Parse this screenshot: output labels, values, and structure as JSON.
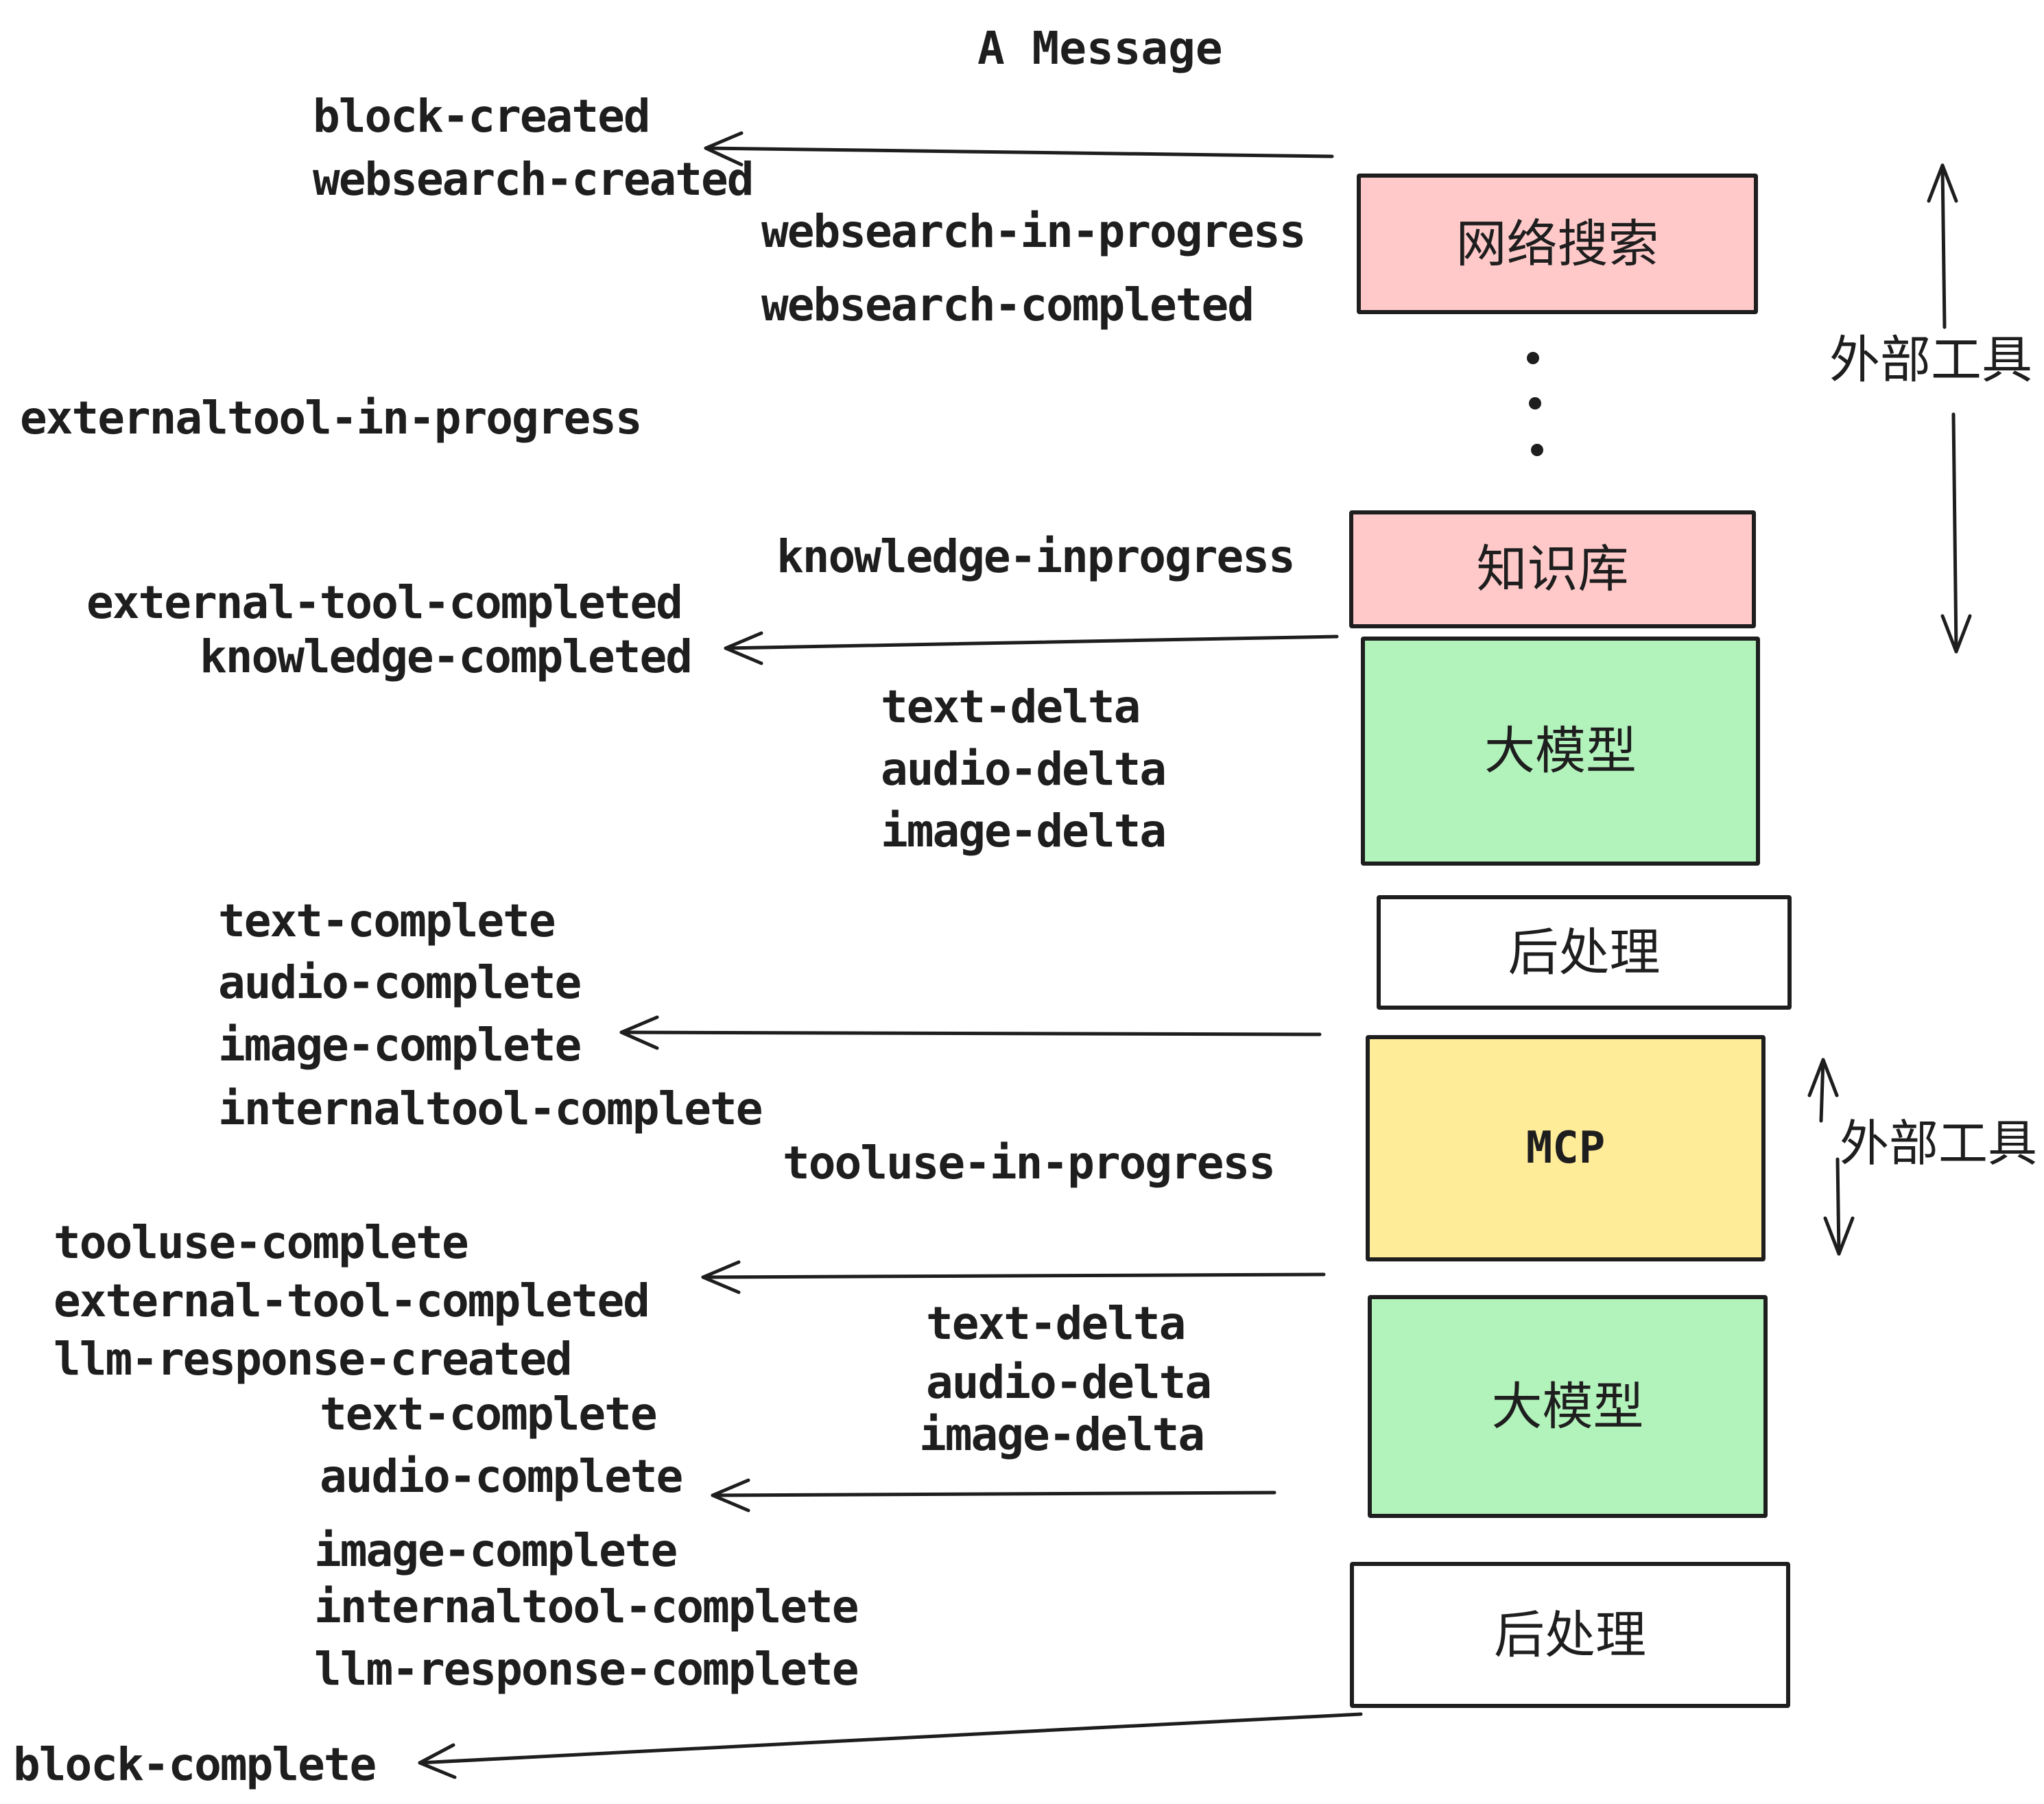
{
  "title": "A Message",
  "events": {
    "block_created": "block-created",
    "websearch_created": "websearch-created",
    "websearch_in_progress": "websearch-in-progress",
    "websearch_completed": "websearch-completed",
    "externaltool_in_progress": "externaltool-in-progress",
    "knowledge_inprogress": "knowledge-inprogress",
    "external_tool_completed_1": "external-tool-completed",
    "knowledge_completed": "knowledge-completed",
    "text_delta_1": "text-delta",
    "audio_delta_1": "audio-delta",
    "image_delta_1": "image-delta",
    "text_complete_1": "text-complete",
    "audio_complete_1": "audio-complete",
    "image_complete_1": "image-complete",
    "internaltool_complete_1": "internaltool-complete",
    "tooluse_in_progress": "tooluse-in-progress",
    "tooluse_complete": "tooluse-complete",
    "external_tool_completed_2": "external-tool-completed",
    "llm_response_created": "llm-response-created",
    "text_delta_2": "text-delta",
    "audio_delta_2": "audio-delta",
    "image_delta_2": "image-delta",
    "text_complete_2": "text-complete",
    "audio_complete_2": "audio-complete",
    "image_complete_2": "image-complete",
    "internaltool_complete_2": "internaltool-complete",
    "llm_response_complete": "llm-response-complete",
    "block_complete": "block-complete"
  },
  "boxes": {
    "websearch": "网络搜索",
    "knowledge": "知识库",
    "llm_1": "大模型",
    "post_1": "后处理",
    "mcp": "MCP",
    "llm_2": "大模型",
    "post_2": "后处理"
  },
  "side_labels": {
    "external_tools_1": "外部工具",
    "external_tools_2": "外部工具"
  },
  "colors": {
    "pink": "#ffc9c9",
    "green": "#b2f2bb",
    "yellow": "#ffec99",
    "white": "#ffffff",
    "ink": "#1e1e1e"
  }
}
